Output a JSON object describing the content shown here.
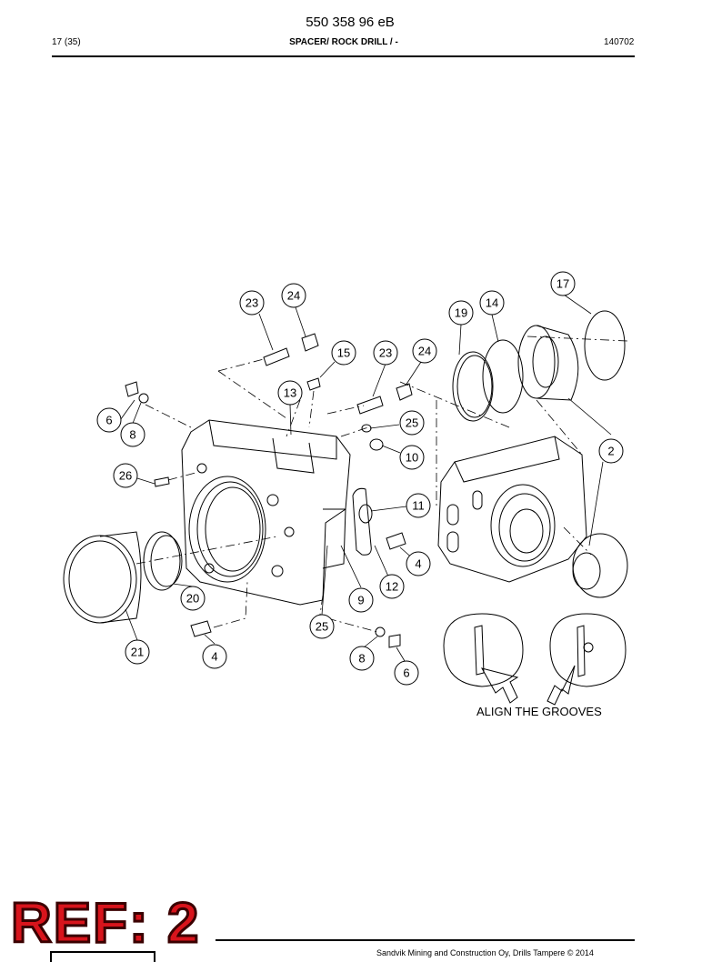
{
  "header": {
    "doc_number": "550 358 96 eB",
    "page": "17 (35)",
    "title": "SPACER/ ROCK DRILL / -",
    "date": "140702"
  },
  "footer": {
    "ref_stamp": "REF: 2",
    "copyright": "Sandvik Mining and Construction Oy, Drills Tampere © 2014"
  },
  "drawing": {
    "note": "ALIGN THE GROOVES",
    "callouts": [
      "17",
      "24",
      "23",
      "14",
      "19",
      "15",
      "23",
      "24",
      "13",
      "6",
      "8",
      "25",
      "10",
      "2",
      "26",
      "11",
      "4",
      "12",
      "20",
      "9",
      "25",
      "21",
      "4",
      "8",
      "6"
    ]
  }
}
